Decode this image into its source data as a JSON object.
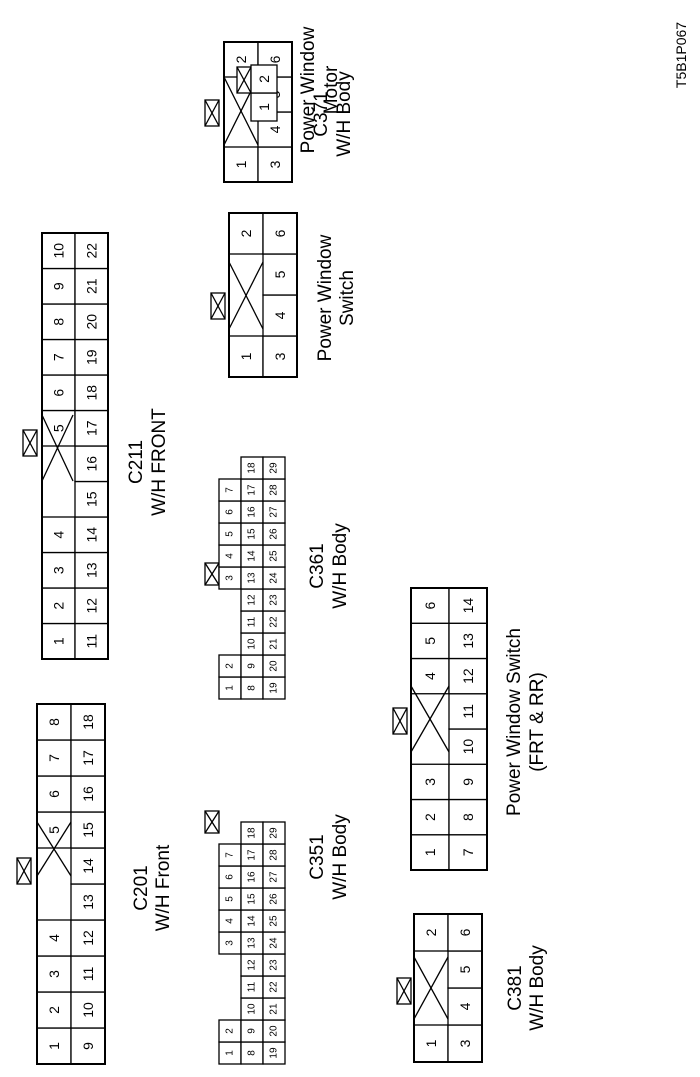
{
  "figure_code": "T5B1P067",
  "connectors": {
    "c201": {
      "name": "C201",
      "desc": "W/H Front",
      "row_top": [
        "1",
        "2",
        "3",
        "4",
        "5",
        "6",
        "7",
        "8"
      ],
      "row_bottom": [
        "9",
        "10",
        "11",
        "12",
        "13",
        "14",
        "15",
        "16",
        "17",
        "18"
      ]
    },
    "c211": {
      "name": "C211",
      "desc": "W/H FRONT",
      "row_top": [
        "1",
        "2",
        "3",
        "4",
        "5",
        "6",
        "7",
        "8",
        "9",
        "10"
      ],
      "row_bottom": [
        "11",
        "12",
        "13",
        "14",
        "15",
        "16",
        "17",
        "18",
        "19",
        "20",
        "21",
        "22"
      ]
    },
    "c351": {
      "name": "C351",
      "desc": "W/H Body",
      "row_a": [
        "1",
        "2",
        "3",
        "4",
        "5",
        "6",
        "7"
      ],
      "row_b": [
        "8",
        "9",
        "10",
        "11",
        "12",
        "13",
        "14",
        "15",
        "16",
        "17",
        "18"
      ],
      "row_c": [
        "19",
        "20",
        "21",
        "22",
        "23",
        "24",
        "25",
        "26",
        "27",
        "28",
        "29"
      ]
    },
    "c361": {
      "name": "C361",
      "desc": "W/H Body",
      "row_a": [
        "1",
        "2",
        "3",
        "4",
        "5",
        "6",
        "7"
      ],
      "row_b": [
        "8",
        "9",
        "10",
        "11",
        "12",
        "13",
        "14",
        "15",
        "16",
        "17",
        "18"
      ],
      "row_c": [
        "19",
        "20",
        "21",
        "22",
        "23",
        "24",
        "25",
        "26",
        "27",
        "28",
        "29"
      ]
    },
    "pws_frt_rr": {
      "name": "Power Window Switch",
      "desc": "(FRT & RR)",
      "row_top": [
        "1",
        "2",
        "3",
        "4",
        "5",
        "6"
      ],
      "row_bottom": [
        "7",
        "8",
        "9",
        "10",
        "11",
        "12",
        "13",
        "14"
      ]
    },
    "c381": {
      "name": "C381",
      "desc": "W/H Body",
      "row_top": [
        "1",
        "2"
      ],
      "row_bottom": [
        "3",
        "4",
        "5",
        "6"
      ]
    },
    "pw_switch": {
      "name": "Power Window",
      "desc": "Switch",
      "row_top": [
        "1",
        "2"
      ],
      "row_bottom": [
        "3",
        "4",
        "5",
        "6"
      ]
    },
    "c371": {
      "name": "C371",
      "desc": "W/H Body",
      "row_top": [
        "1",
        "2"
      ],
      "row_bottom": [
        "3",
        "4",
        "5",
        "6"
      ]
    },
    "pw_motor": {
      "name": "Power Window",
      "desc": "Motor",
      "pins": [
        "1",
        "2"
      ]
    }
  }
}
